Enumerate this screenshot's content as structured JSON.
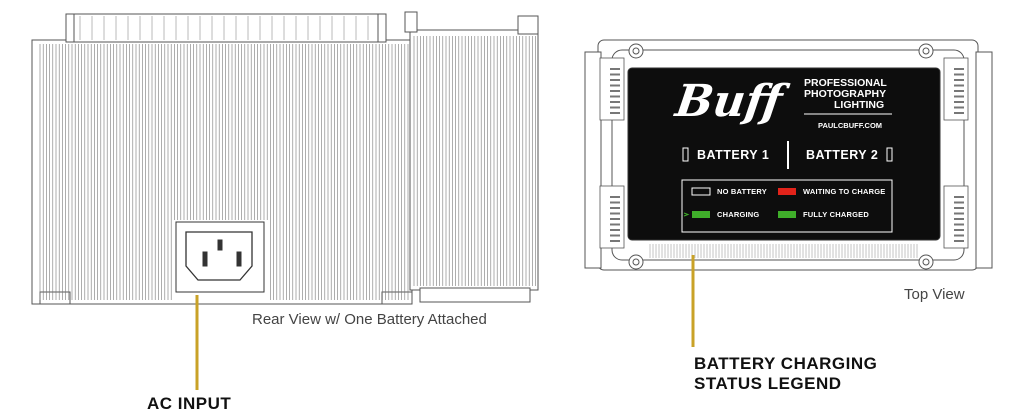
{
  "rear_view": {
    "caption": "Rear View w/ One Battery Attached",
    "ac_input_label": "AC INPUT"
  },
  "top_view": {
    "caption": "Top View",
    "brand_logo": "Buff",
    "brand_tagline_line1": "PROFESSIONAL",
    "brand_tagline_line2": "PHOTOGRAPHY",
    "brand_tagline_line3": "LIGHTING",
    "website": "PAULCBUFF.COM",
    "battery1_label": "BATTERY 1",
    "battery2_label": "BATTERY 2",
    "legend": {
      "no_battery": "NO BATTERY",
      "waiting_to_charge": "WAITING TO CHARGE",
      "charging": "CHARGING",
      "fully_charged": "FULLY CHARGED"
    },
    "legend_title_line1": "BATTERY CHARGING",
    "legend_title_line2": "STATUS LEGEND"
  },
  "colors": {
    "callout_line": "#c9a227",
    "led_red": "#e2231a",
    "led_green": "#3fae2a",
    "panel_black": "#0d0d0d"
  }
}
